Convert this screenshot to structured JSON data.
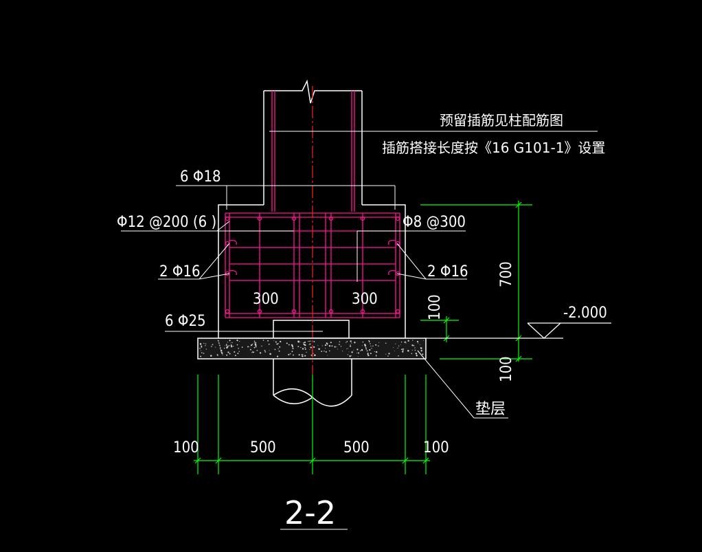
{
  "labels": {
    "note_line1": "预留插筋见柱配筋图",
    "note_line2": "插筋搭接长度按《16 G101-1》设置",
    "rebar_6d18": "6 Φ18",
    "rebar_stirrup_main": "Φ12 @200 (6 )",
    "rebar_stirrup_side": "Φ8 @300",
    "rebar_2d16_left": "2 Φ16",
    "rebar_2d16_right": "2 Φ16",
    "rebar_6d25": "6 Φ25",
    "inner_300_left": "300",
    "inner_300_right": "300",
    "cover_100": "100",
    "height_700": "700",
    "bed_100": "100",
    "elevation": "-2.000",
    "bedding_label": "垫层",
    "section_title": "2-2"
  },
  "dimensions": {
    "bottom": [
      "100",
      "500",
      "500",
      "100"
    ]
  },
  "colors": {
    "background": "#000000",
    "concrete_outline": "#ffffff",
    "rebar": "#ff1493",
    "dimension": "#00ff00",
    "centerline": "#ff2020",
    "leader": "#ffffff",
    "bedding_fill": "#222222"
  }
}
